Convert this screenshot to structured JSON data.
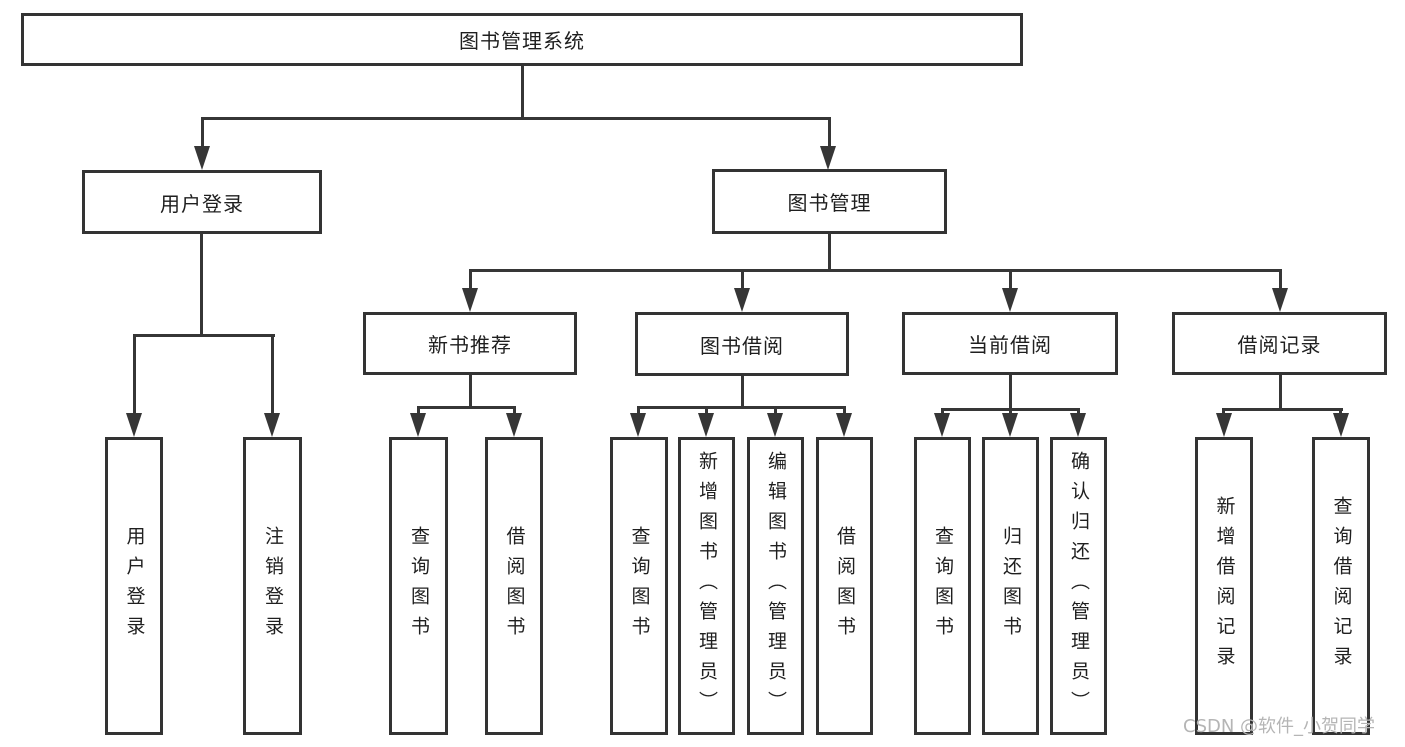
{
  "diagram_title": "图书管理系统",
  "nodes": {
    "root": {
      "label": "图书管理系统"
    },
    "level2": [
      {
        "label": "用户登录"
      },
      {
        "label": "图书管理"
      }
    ],
    "level3": [
      {
        "label": "新书推荐"
      },
      {
        "label": "图书借阅"
      },
      {
        "label": "当前借阅"
      },
      {
        "label": "借阅记录"
      }
    ],
    "leaves_login": [
      {
        "label": "用户登录"
      },
      {
        "label": "注销登录"
      }
    ],
    "leaves_newbook": [
      {
        "label": "查询图书"
      },
      {
        "label": "借阅图书"
      }
    ],
    "leaves_borrow": [
      {
        "label": "查询图书"
      },
      {
        "label": "新增图书（管理员）"
      },
      {
        "label": "编辑图书（管理员）"
      },
      {
        "label": "借阅图书"
      }
    ],
    "leaves_current": [
      {
        "label": "查询图书"
      },
      {
        "label": "归还图书"
      },
      {
        "label": "确认归还（管理员）"
      }
    ],
    "leaves_records": [
      {
        "label": "新增借阅记录"
      },
      {
        "label": "查询借阅记录"
      }
    ]
  },
  "watermark": "CSDN @软件_小贺同学",
  "colors": {
    "line": "#363636",
    "box_border": "#333333",
    "text": "#1f1f1f",
    "watermark_text": "#b5b5b5",
    "background": "#ffffff"
  }
}
